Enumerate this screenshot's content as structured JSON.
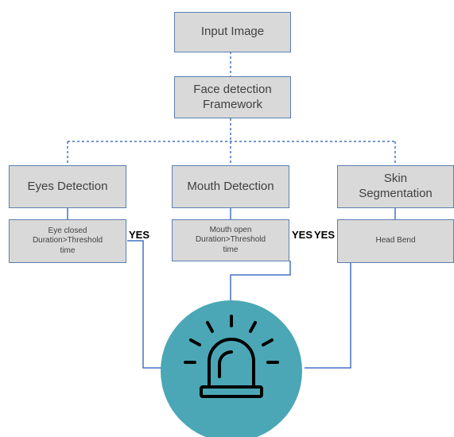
{
  "nodes": {
    "input": "Input Image",
    "face_line1": "Face detection",
    "face_line2": "Framework",
    "eyes": "Eyes Detection",
    "mouth": "Mouth Detection",
    "skin_line1": "Skin",
    "skin_line2": "Segmentation",
    "eye_cond_line1": "Eye closed",
    "eye_cond_line2": "Duration>Threshold",
    "eye_cond_line3": "time",
    "mouth_cond_line1": "Mouth open",
    "mouth_cond_line2": "Duration>Threshold",
    "mouth_cond_line3": "time",
    "head": "Head Bend"
  },
  "labels": {
    "yes_left": "YES",
    "yes_mid": "YES",
    "yes_right": "YES"
  },
  "alarm": {
    "icon": "alarm-siren-icon",
    "circle_color": "#4ba7b5"
  },
  "colors": {
    "box_fill": "#d9d9d9",
    "box_border": "#5b7fb0",
    "connector": "#4472c4"
  }
}
